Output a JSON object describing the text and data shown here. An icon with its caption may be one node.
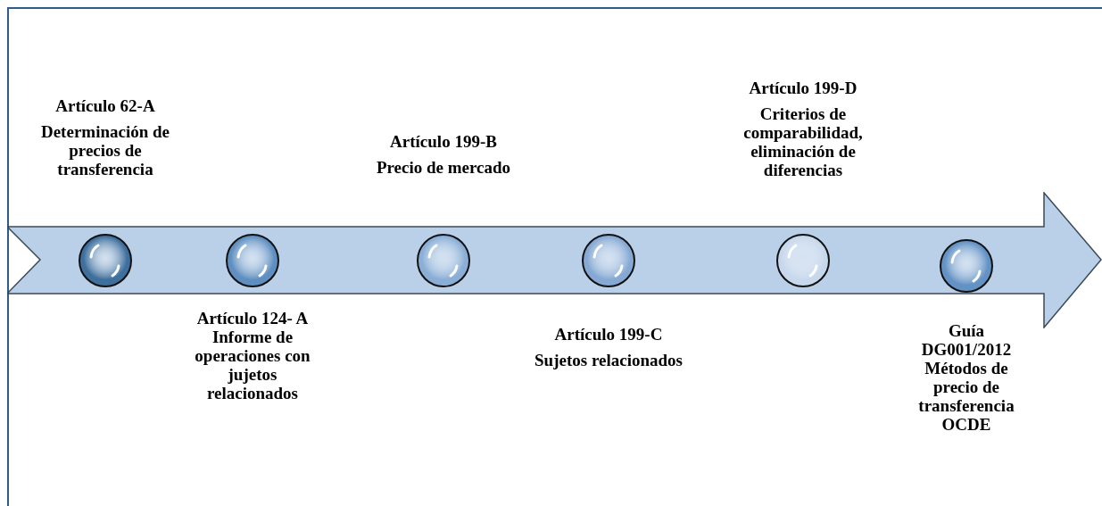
{
  "diagram": {
    "nodes": [
      {
        "text": [],
        "shape": "arrow"
      },
      {
        "text": [],
        "shape": "circle",
        "in": 0,
        "beside": [
          "Artículo 62-A",
          "Determinación de precios de transferencia"
        ]
      },
      {
        "text": [],
        "shape": "circle",
        "in": 0,
        "beside": [
          "Artículo 124- A Informe de operaciones con jujetos relacionados"
        ]
      },
      {
        "text": [],
        "shape": "circle",
        "in": 0,
        "beside": [
          "Artículo 199-B",
          "Precio de mercado"
        ]
      },
      {
        "text": [],
        "shape": "circle",
        "in": 0,
        "beside": [
          "Artículo 199-C",
          "Sujetos relacionados"
        ]
      },
      {
        "text": [],
        "shape": "circle",
        "in": 0,
        "beside": [
          "Artículo 199-D",
          "Criterios de comparabilidad, eliminación de diferencias"
        ]
      },
      {
        "text": [],
        "shape": "circle",
        "in": 0,
        "beside": [
          "Guía DG001/2012 Métodos de precio de transferencia OCDE"
        ]
      }
    ]
  }
}
